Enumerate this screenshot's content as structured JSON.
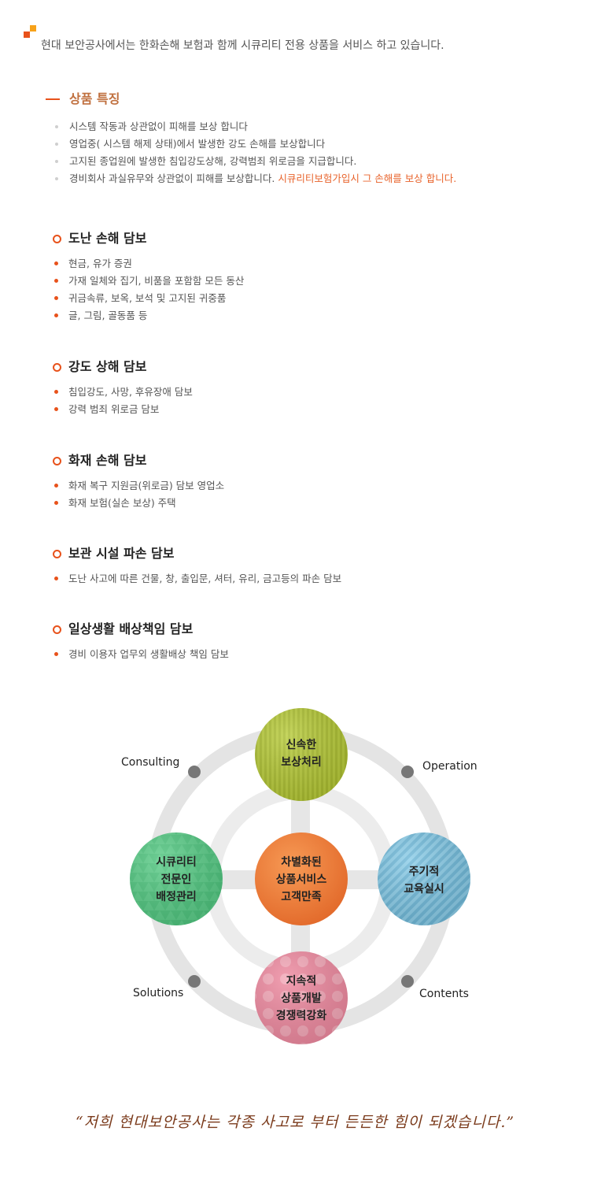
{
  "intro": {
    "text": "현대 보안공사에서는 한화손해 보험과 함께 시큐리티 전용 상품을  서비스 하고 있습니다."
  },
  "features": {
    "title": "상품 특징",
    "items": [
      {
        "text": "시스템 작동과 상관없이 피해를 보상 합니다",
        "highlight": ""
      },
      {
        "text": "영업중( 시스템 해제 상태)에서 발생한 강도 손해를 보상합니다",
        "highlight": ""
      },
      {
        "text": "고지된 종업원에 발생한 침입강도상해, 강력범죄 위로금을 지급합니다.",
        "highlight": ""
      },
      {
        "text": "경비회사 과실유무와 상관없이 피해를 보상합니다. ",
        "highlight": "시큐리티보험가입시 그 손해를 보상 합니다."
      }
    ]
  },
  "coverages": [
    {
      "title": "도난 손해 담보",
      "items": [
        "현금, 유가 증권",
        "가재 일체와 집기, 비품을 포함함 모든 동산",
        "귀금속류, 보옥, 보석 및 고지된 귀중품",
        "글, 그림, 골동품 등"
      ]
    },
    {
      "title": "강도 상해 담보",
      "items": [
        "침입강도, 사망, 후유장애 담보",
        "강력 범죄 위로금 담보"
      ]
    },
    {
      "title": "화재 손해 담보",
      "items": [
        "화재 복구 지원금(위로금) 담보  영업소",
        "화재 보험(실손 보상) 주택"
      ]
    },
    {
      "title": "보관 시설 파손 담보",
      "items": [
        "도난 사고에 따른 건물, 창, 출입문, 셔터, 유리, 금고등의 파손 담보"
      ]
    },
    {
      "title": "일상생활 배상책임 담보",
      "items": [
        "경비 이용자 업무외 생활배상 책임 담보"
      ]
    }
  ],
  "diagram": {
    "orbit_labels": [
      "Consulting",
      "Operation",
      "Solutions",
      "Contents"
    ],
    "nodes": {
      "top": {
        "lines": [
          "신속한",
          "보상처리"
        ],
        "color": "#b5c83a"
      },
      "left": {
        "lines": [
          "시큐리티",
          "전문인",
          "배정관리"
        ],
        "color": "#4cc27c"
      },
      "center": {
        "lines": [
          "차별화된",
          "상품서비스",
          "고객만족"
        ],
        "color": "#ee7a35"
      },
      "right": {
        "lines": [
          "주기적",
          "교육실시"
        ],
        "color": "#7fc6e4"
      },
      "bottom": {
        "lines": [
          "지속적",
          "상품개발",
          "경쟁력강화"
        ],
        "color": "#ef8aa0"
      }
    }
  },
  "quote": {
    "text": "“저희 현대보안공사는 각종 사고로 부터 든든한 힘이 되겠습니다.”"
  }
}
